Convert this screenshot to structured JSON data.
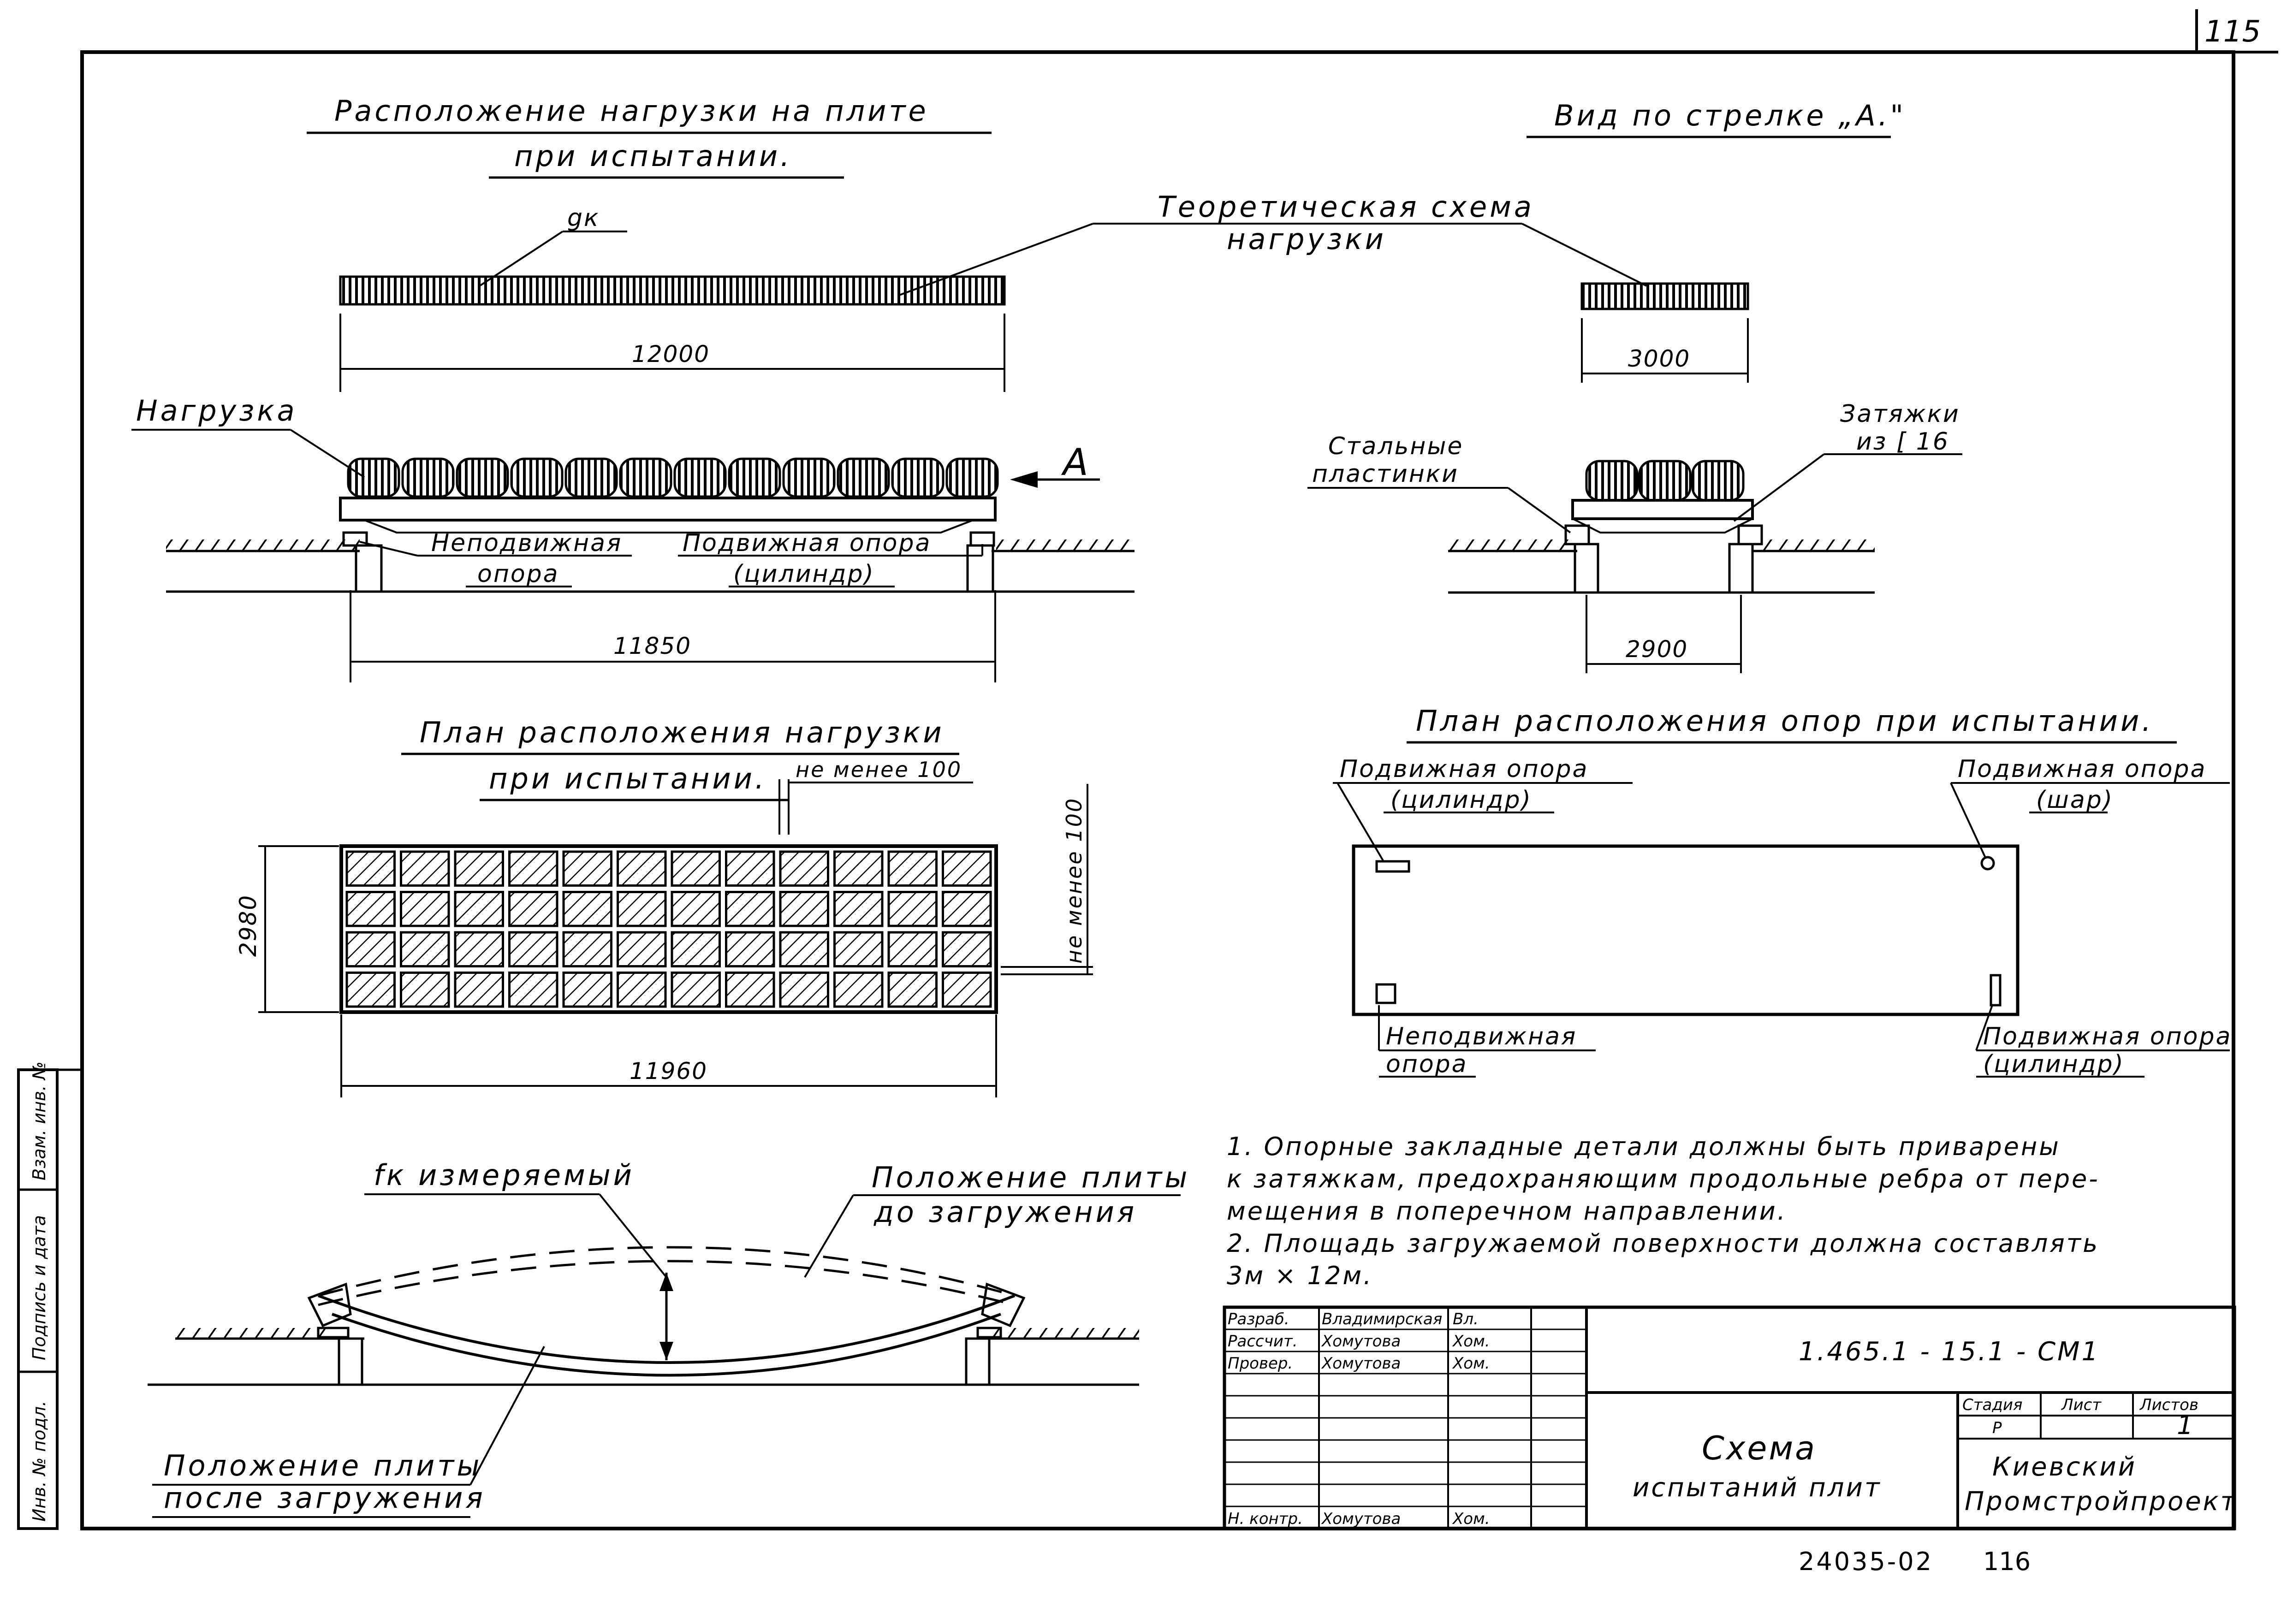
{
  "sheet_number_top": "115",
  "sheet_number_bottom": "116",
  "archive_number": "24035-02",
  "side_stamp": {
    "inv_podl": "Инв. № подл.",
    "podpis_data": "Подпись и дата",
    "vzam_inv": "Взам. инв. №"
  },
  "section_elevation": {
    "title_line1": "Расположение нагрузки на плите",
    "title_line2": "при испытании.",
    "qk_label": "gк",
    "theory_label_line1": "Теоретическая схема",
    "theory_label_line2": "нагрузки",
    "dim_load_length": "12000",
    "load_label": "Нагрузка",
    "arrow_label": "А",
    "fixed_support_line1": "Неподвижная",
    "fixed_support_line2": "опора",
    "movable_support_line1": "Подвижная опора",
    "movable_support_line2": "(цилиндр)",
    "dim_span": "11850"
  },
  "section_view_a": {
    "title": "Вид по стрелке „А.\"",
    "dim_load_width": "3000",
    "steel_plates_line1": "Стальные",
    "steel_plates_line2": "пластинки",
    "ties_line1": "Затяжки",
    "ties_line2": "из [ 16",
    "dim_support_width": "2900"
  },
  "section_load_plan": {
    "title_line1": "План расположения нагрузки",
    "title_line2": "при испытании.",
    "gap_note_top": "не менее 100",
    "gap_note_side": "не менее 100",
    "dim_width": "2980",
    "dim_length": "11960",
    "grid_cols": 12,
    "grid_rows": 4
  },
  "section_supports_plan": {
    "title": "План расположения опор при испытании.",
    "top_left_line1": "Подвижная опора",
    "top_left_line2": "(цилиндр)",
    "top_right_line1": "Подвижная опора",
    "top_right_line2": "(шар)",
    "bottom_left_line1": "Неподвижная",
    "bottom_left_line2": "опора",
    "bottom_right_line1": "Подвижная опора",
    "bottom_right_line2": "(цилиндр)"
  },
  "section_deflection": {
    "fk_label": "fк измеряемый",
    "before_line1": "Положение плиты",
    "before_line2": "до загружения",
    "after_line1": "Положение плиты",
    "after_line2": "после загружения"
  },
  "notes": [
    "1. Опорные закладные детали должны быть приварены",
    "к затяжкам, предохраняющим продольные ребра от пере-",
    "мещения в поперечном направлении.",
    "2. Площадь загружаемой поверхности должна составлять",
    "3м × 12м."
  ],
  "title_block": {
    "rows": [
      {
        "role": "Разраб.",
        "name": "Владимирская",
        "sign": "Вл."
      },
      {
        "role": "Рассчит.",
        "name": "Хомутова",
        "sign": "Хом."
      },
      {
        "role": "Провер.",
        "name": "Хомутова",
        "sign": "Хом."
      },
      {
        "role": "Н. контр.",
        "name": "Хомутова",
        "sign": "Хом."
      }
    ],
    "code": "1.465.1 - 15.1 - СМ1",
    "drawing_title_line1": "Схема",
    "drawing_title_line2": "испытаний плит",
    "stage_header": "Стадия",
    "sheet_header": "Лист",
    "sheets_header": "Листов",
    "stage_value": "Р",
    "sheet_value": "",
    "sheets_value": "1",
    "org_line1": "Киевский",
    "org_line2": "Промстройпроект"
  }
}
